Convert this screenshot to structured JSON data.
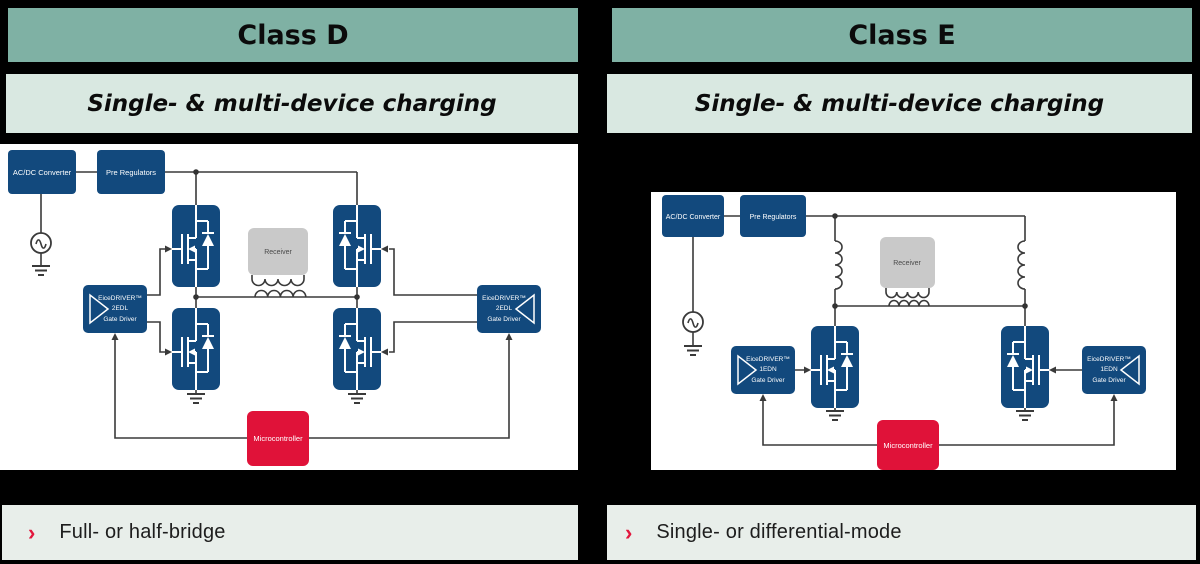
{
  "colors": {
    "background": "#000000",
    "header_bg": "#7FB1A4",
    "subheader_bg": "#D9E8E1",
    "bullet_bg": "#E8EEEA",
    "block_blue": "#12497D",
    "block_red": "#E01239",
    "receiver_gray": "#C9C9C9",
    "accent_red": "#E2173D",
    "wire": "#3A3A3A"
  },
  "columns": [
    {
      "title": "Class D",
      "subtitle": "Single- & multi-device charging",
      "bullet": {
        "marker": "›",
        "text": "Full- or half-bridge"
      },
      "diagram": {
        "acdc": "AC/DC Converter",
        "prereg": "Pre Regulators",
        "receiver": "Receiver",
        "micro": "Microcontroller",
        "driver_lines": [
          "EiceDRIVER™",
          "2EDL",
          "Gate Driver"
        ]
      }
    },
    {
      "title": "Class E",
      "subtitle": "Single- & multi-device charging",
      "bullet": {
        "marker": "›",
        "text": "Single- or differential-mode"
      },
      "diagram": {
        "acdc": "AC/DC Converter",
        "prereg": "Pre Regulators",
        "receiver": "Receiver",
        "micro": "Microcontroller",
        "driver_lines": [
          "EiceDRIVER™",
          "1EDN",
          "Gate Driver"
        ]
      }
    }
  ]
}
